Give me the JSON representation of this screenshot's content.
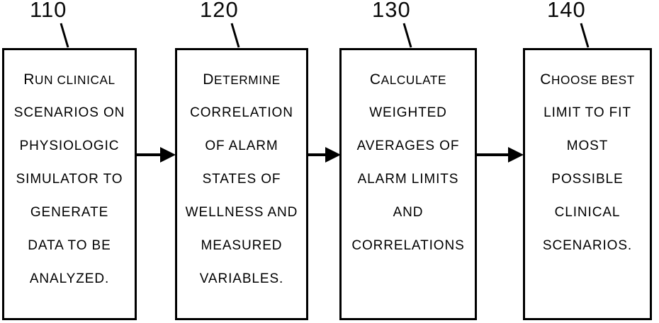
{
  "figure": {
    "type": "patent-flowchart",
    "orientation": "left-to-right",
    "step_count": 4
  },
  "steps": [
    {
      "ref": "110",
      "name": "run-clinical-scenarios",
      "lines": [
        "RUN CLINICAL",
        "SCENARIOS ON",
        "PHYSIOLOGIC",
        "SIMULATOR TO",
        "GENERATE",
        "DATA TO BE",
        "ANALYZED."
      ],
      "first_initial": "R",
      "first_rest": "UN CLINICAL"
    },
    {
      "ref": "120",
      "name": "determine-correlation",
      "lines": [
        "DETERMINE",
        "CORRELATION",
        "OF ALARM",
        "STATES OF",
        "WELLNESS AND",
        "MEASURED",
        "VARIABLES."
      ],
      "first_initial": "D",
      "first_rest": "ETERMINE"
    },
    {
      "ref": "130",
      "name": "calculate-weighted-averages",
      "lines": [
        "CALCULATE",
        "WEIGHTED",
        "AVERAGES OF",
        "ALARM LIMITS",
        "AND",
        "CORRELATIONS"
      ],
      "first_initial": "C",
      "first_rest": "ALCULATE"
    },
    {
      "ref": "140",
      "name": "choose-best-limit",
      "lines": [
        "CHOOSE BEST",
        "LIMIT TO FIT",
        "MOST",
        "POSSIBLE",
        "CLINICAL",
        "SCENARIOS."
      ],
      "first_initial": "C",
      "first_rest": "HOOSE BEST"
    }
  ],
  "connectors": [
    {
      "name": "arrow-110-to-120",
      "from": "110",
      "to": "120"
    },
    {
      "name": "arrow-120-to-130",
      "from": "120",
      "to": "130"
    },
    {
      "name": "arrow-130-to-140",
      "from": "130",
      "to": "140"
    }
  ],
  "colors": {
    "ink": "#000000",
    "paper": "#ffffff"
  }
}
